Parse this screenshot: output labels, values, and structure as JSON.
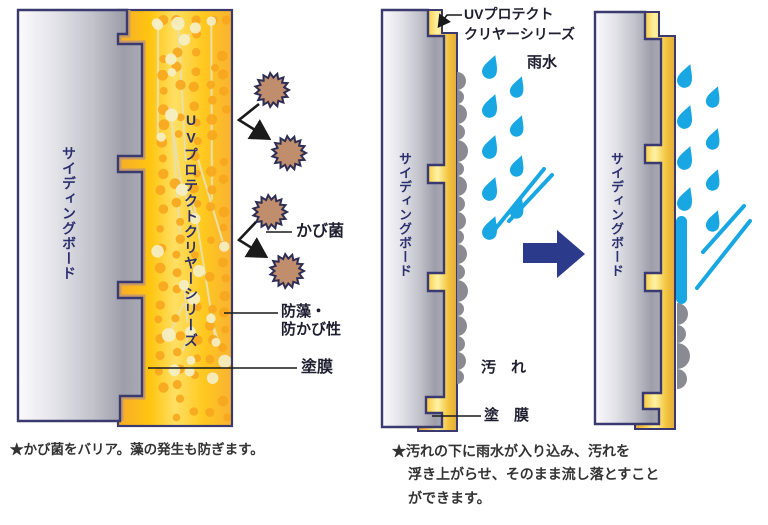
{
  "colors": {
    "background": "#ffffff",
    "outline_navy": "#3a3a70",
    "board_gray_light": "#fbfbfd",
    "board_gray_dark": "#9d9ea9",
    "coat_yellow": "#ffc814",
    "primer_tan": "#c89a66",
    "texture_orange": "#f7a61e",
    "texture_cream": "#f4efc6",
    "spore_brown": "#c08e6c",
    "spore_outline": "#2e2e55",
    "leader_line": "#1a1a1a",
    "rain_blue": "#18a7e2",
    "flow_arrow_navy": "#2c3a8c",
    "dirt_gray": "#8a8a93",
    "board_label_navy": "#2b2f6e",
    "label_text": "#1e1e30",
    "caption_text": "#333333"
  },
  "left_panel": {
    "board_label": "サイディングボード",
    "coating_label": "UVプロテクトクリヤーシリーズ",
    "mold_label": "かび菌",
    "anti_algae_label_line1": "防藻・",
    "anti_algae_label_line2": "防かび性",
    "coating_film_label": "塗膜",
    "caption": "★かび菌をバリア。藻の発生も防ぎます。"
  },
  "right_panel": {
    "coating_label_line1": "UVプロテクト",
    "coating_label_line2": "クリヤーシリーズ",
    "rain_label": "雨水",
    "middle_board_label": "サイディングボード",
    "right_board_label": "サイディングボード",
    "dirt_label": "汚　れ",
    "coating_film_label": "塗　膜",
    "caption_line1": "★汚れの下に雨水が入り込み、汚れを",
    "caption_line2": "浮き上がらせ、そのまま流し落とすこと",
    "caption_line3": "ができます。"
  }
}
